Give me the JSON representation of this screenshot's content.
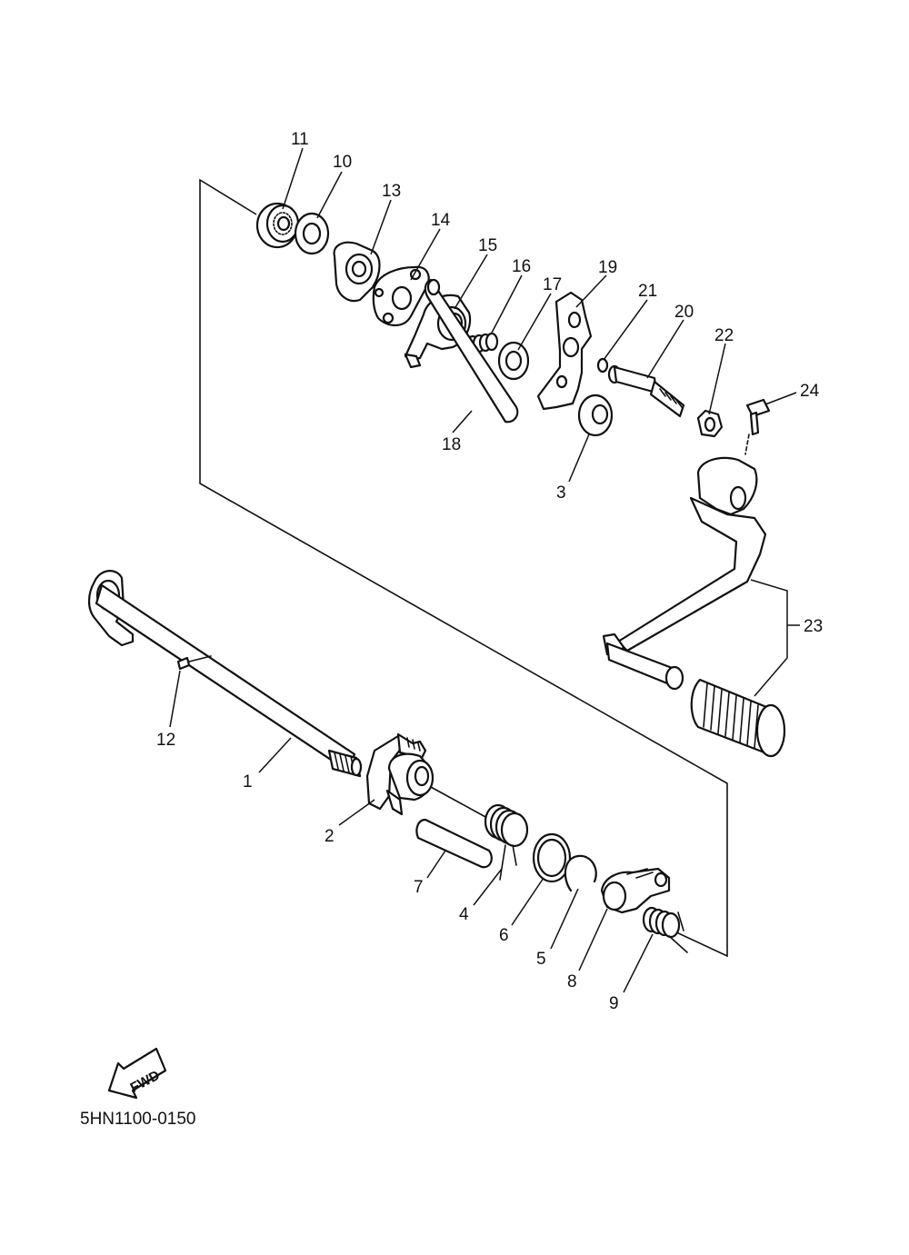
{
  "diagram_code": "5HN1100-0150",
  "fwd_label": "FWD",
  "labels": {
    "p1": "1",
    "p2": "2",
    "p3": "3",
    "p4": "4",
    "p5": "5",
    "p6": "6",
    "p7": "7",
    "p8": "8",
    "p9": "9",
    "p10": "10",
    "p11": "11",
    "p12": "12",
    "p13": "13",
    "p14": "14",
    "p15": "15",
    "p16": "16",
    "p17": "17",
    "p18": "18",
    "p19": "19",
    "p20": "20",
    "p21": "21",
    "p22": "22",
    "p23": "23",
    "p24": "24"
  },
  "colors": {
    "ink": "#111111",
    "background": "#ffffff"
  }
}
